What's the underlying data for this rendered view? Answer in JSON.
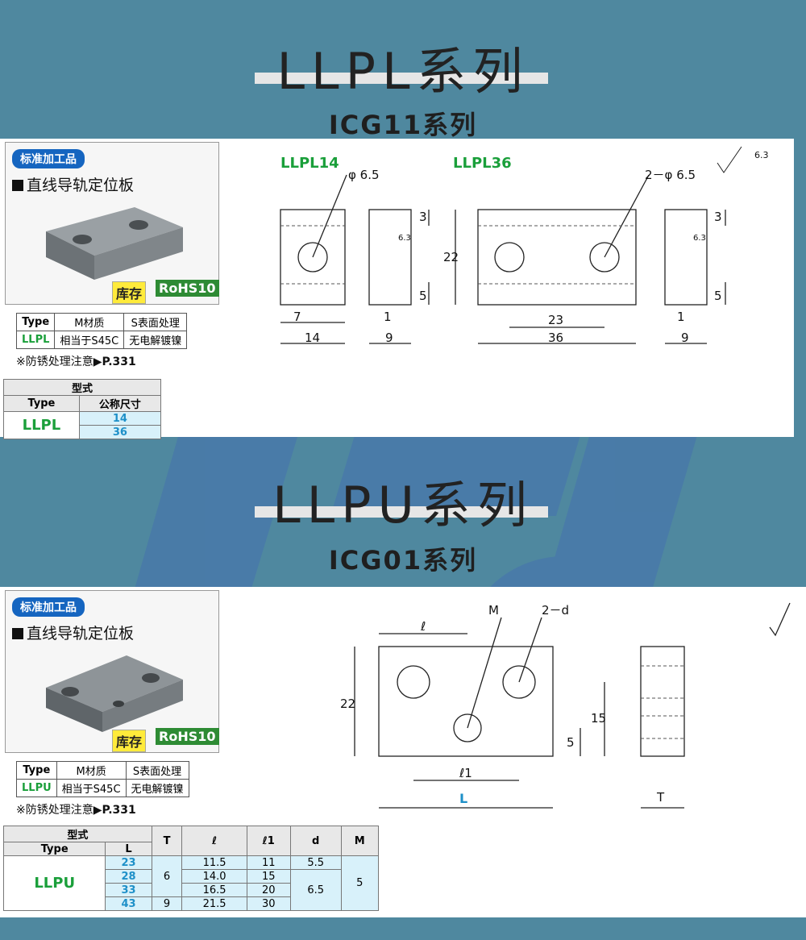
{
  "section1": {
    "title": "LLPL系列",
    "subtitle": "ICG11系列",
    "badge": "标准加工品",
    "product_name": "直线导轨定位板",
    "tag_stock": "库存",
    "tag_rohs": "RoHS10",
    "spec_table": {
      "headers": [
        "Type",
        "M材质",
        "S表面处理"
      ],
      "row": [
        "LLPL",
        "相当于S45C",
        "无电解镀镍"
      ]
    },
    "rust_note": "※防锈处理注意",
    "rust_page": "P.331",
    "size_table": {
      "header_top": "型式",
      "type_label": "Type",
      "size_label": "公称尺寸",
      "type_value": "LLPL",
      "sizes": [
        "14",
        "36"
      ]
    },
    "drawing": {
      "label_a": "LLPL14",
      "label_b": "LLPL36",
      "hole_a": "φ 6.5",
      "hole_b": "2－φ 6.5",
      "roughness": "6.3",
      "dims": {
        "d7": "7",
        "d14": "14",
        "d1": "1",
        "d9": "9",
        "d3": "3",
        "d5": "5",
        "d22": "22",
        "d23": "23",
        "d36": "36",
        "r63": "6.3"
      }
    }
  },
  "section2": {
    "title": "LLPU系列",
    "subtitle": "ICG01系列",
    "badge": "标准加工品",
    "product_name": "直线导轨定位板",
    "tag_stock": "库存",
    "tag_rohs": "RoHS10",
    "spec_table": {
      "headers": [
        "Type",
        "M材质",
        "S表面处理"
      ],
      "row": [
        "LLPU",
        "相当于S45C",
        "无电解镀镍"
      ]
    },
    "rust_note": "※防锈处理注意",
    "rust_page": "P.331",
    "size_table": {
      "header_top": "型式",
      "type_label": "Type",
      "l_label": "L",
      "col_headers": [
        "T",
        "ℓ",
        "ℓ1",
        "d",
        "M"
      ],
      "type_value": "LLPU",
      "L_values": [
        "23",
        "28",
        "33",
        "43"
      ],
      "T_values": [
        "6",
        "9"
      ],
      "l_values": [
        "11.5",
        "14.0",
        "16.5",
        "21.5"
      ],
      "l1_values": [
        "11",
        "15",
        "20",
        "30"
      ],
      "d_values": [
        "5.5",
        "6.5"
      ],
      "M_value": "5"
    },
    "drawing": {
      "label_M": "M",
      "label_2d": "2－d",
      "label_l": "ℓ",
      "label_l1": "ℓ1",
      "label_L": "L",
      "label_T": "T",
      "d22": "22",
      "d15": "15",
      "d5": "5"
    }
  }
}
